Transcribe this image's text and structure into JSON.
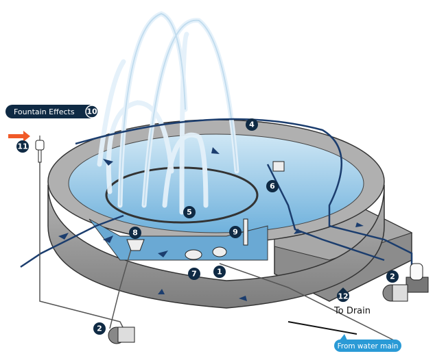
{
  "labels": {
    "fountain_effects": "Fountain Effects",
    "to_drain": "To Drain",
    "from_water_main": "From water main"
  },
  "badges": [
    "1",
    "2",
    "4",
    "5",
    "6",
    "7",
    "8",
    "9",
    "10",
    "11",
    "12"
  ],
  "colors": {
    "badge": "#0f2a44",
    "pipe": "#1b3d6e",
    "water": "#8fc6e6",
    "concrete": "#9a9a9a",
    "callout": "#2a9ad6",
    "wind_arrow": "#f05a28"
  }
}
